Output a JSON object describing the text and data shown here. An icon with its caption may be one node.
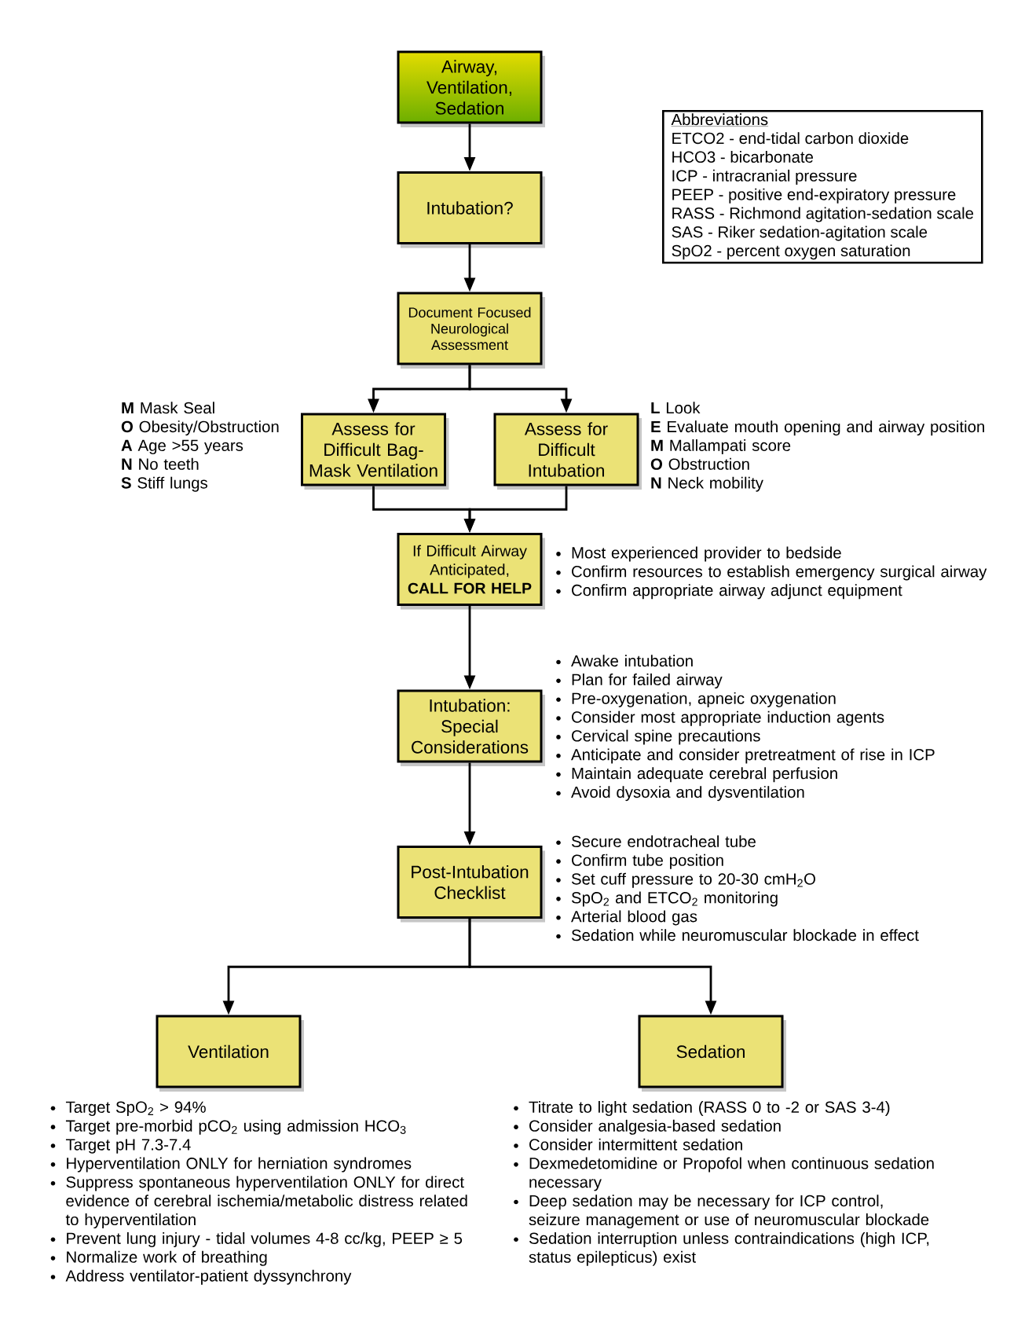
{
  "diagram": {
    "nodes": [
      {
        "text": [
          "Airway, Ventilation, Sedation"
        ]
      },
      {
        "text": [
          "Intubation?"
        ]
      },
      {
        "text": [
          "Document Focused Neurological Assessment"
        ]
      },
      {
        "text": [
          "Assess for Difficult Bag-Mask Ventilation"
        ],
        "beside": [
          "**M** Mask Seal",
          "**O** Obesity/Obstruction",
          "**A** Age >55 years",
          "**N** No teeth",
          "**S** Stiff lungs"
        ]
      },
      {
        "text": [
          "Assess for Difficult Intubation"
        ],
        "beside": [
          "**L** Look",
          "**E** Evaluate mouth opening and airway position",
          "**M** Mallampati score",
          "**O** Obstruction",
          "**N** Neck mobility"
        ]
      },
      {
        "text": [
          "If Difficult Airway Anticipated,",
          "CALL FOR HELP"
        ],
        "beside": [
          "Most experienced provider to bedside",
          "Confirm resources to establish emergency surgical airway",
          "Confirm appropriate airway adjunct equipment"
        ]
      },
      {
        "text": [
          "Intubation: Special Considerations"
        ],
        "beside": [
          "Awake intubation",
          "Plan for failed airway",
          "Pre-oxygenation, apneic oxygenation",
          "Consider most appropriate induction agents",
          "Cervical spine precautions",
          "Anticipate and consider pretreatment of rise in ICP",
          "Maintain adequate cerebral perfusion",
          "Avoid dysoxia and dysventilation"
        ]
      },
      {
        "text": [
          "Post-Intubation Checklist"
        ],
        "beside": [
          "Secure endotracheal tube",
          "Confirm tube position",
          "Set cuff pressure to 20-30 cmH$_{2}$O",
          "SpO$_{2}$ and ETCO$_{2}$ monitoring",
          "Arterial blood gas",
          "Sedation while neuromuscular blockade in effect"
        ]
      },
      {
        "text": [
          "Ventilation"
        ],
        "beside": [
          "Target SpO$_{2}$ > 94%",
          "Target pre-morbid pCO$_{2}$ using admission HCO$_{3}$",
          "Target pH 7.3-7.4",
          "Hyperventilation ONLY for herniation syndromes",
          "Suppress spontaneous hyperventilation ONLY for direct evidence of cerebral ischemia/metabolic distress related to hyperventilation",
          "Prevent lung injury - tidal volumes 4-8 cc/kg, PEEP ≥ 5",
          "Normalize work of breathing",
          "Address ventilator-patient dyssynchrony"
        ]
      },
      {
        "text": [
          "Sedation"
        ],
        "beside": [
          "Titrate to light sedation (RASS 0 to -2 or SAS 3-4)",
          "Consider analgesia-based sedation",
          "Consider intermittent sedation",
          "Dexmedetomidine or Propofol when continuous sedation necessary",
          "Deep sedation may be necessary for ICP control, seizure management or use of neuromuscular blockade",
          "Sedation interruption unless contraindications (high ICP, status epilepticus) exist"
        ]
      },
      {
        "text": [
          "Abbreviations",
          "ETCO2 - end-tidal carbon dioxide",
          "HCO3 - bicarbonate",
          "ICP - intracranial pressure",
          "PEEP - positive end-expiratory pressure",
          "RASS - Richmond agitation-sedation scale",
          "SAS - Riker sedation-agitation scale",
          "SpO2 - percent oxygen saturation"
        ]
      }
    ],
    "edges": [
      {
        "from": 0,
        "to": 1,
        "arrow": "to"
      },
      {
        "from": 1,
        "to": 2,
        "arrow": "to"
      },
      {
        "from": 2,
        "to": 3,
        "arrow": "to"
      },
      {
        "from": 2,
        "to": 4,
        "arrow": "to"
      },
      {
        "from": 3,
        "to": 5,
        "arrow": "to"
      },
      {
        "from": 4,
        "to": 5,
        "arrow": "to"
      },
      {
        "from": 5,
        "to": 6,
        "arrow": "to"
      },
      {
        "from": 6,
        "to": 7,
        "arrow": "to"
      },
      {
        "from": 7,
        "to": 8,
        "arrow": "to"
      },
      {
        "from": 7,
        "to": 9,
        "arrow": "to"
      }
    ]
  }
}
